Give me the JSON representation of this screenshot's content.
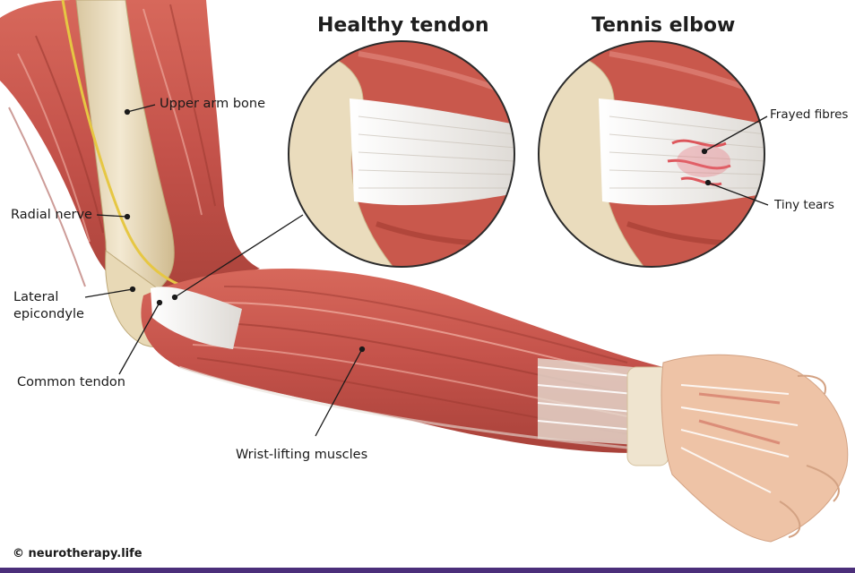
{
  "headings": {
    "healthy": "Healthy tendon",
    "tennis": "Tennis elbow"
  },
  "labels": {
    "upper_arm_bone": "Upper arm bone",
    "radial_nerve": "Radial nerve",
    "lateral_epicondyle_line1": "Lateral",
    "lateral_epicondyle_line2": "epicondyle",
    "common_tendon": "Common tendon",
    "wrist_lifting_muscles": "Wrist-lifting muscles",
    "frayed_fibres": "Frayed fibres",
    "tiny_tears": "Tiny tears"
  },
  "footer": "© neurotherapy.life",
  "colors": {
    "muscle": "#c9584c",
    "muscle_dark": "#a63e35",
    "muscle_light": "#e0857a",
    "bone": "#eadcbd",
    "bone_shade": "#cdb98f",
    "tendon": "#f1f0ee",
    "nerve": "#e6c743",
    "skin": "#eec3a6",
    "tear": "#d9323a",
    "footer_bar": "#4b2e7a"
  }
}
